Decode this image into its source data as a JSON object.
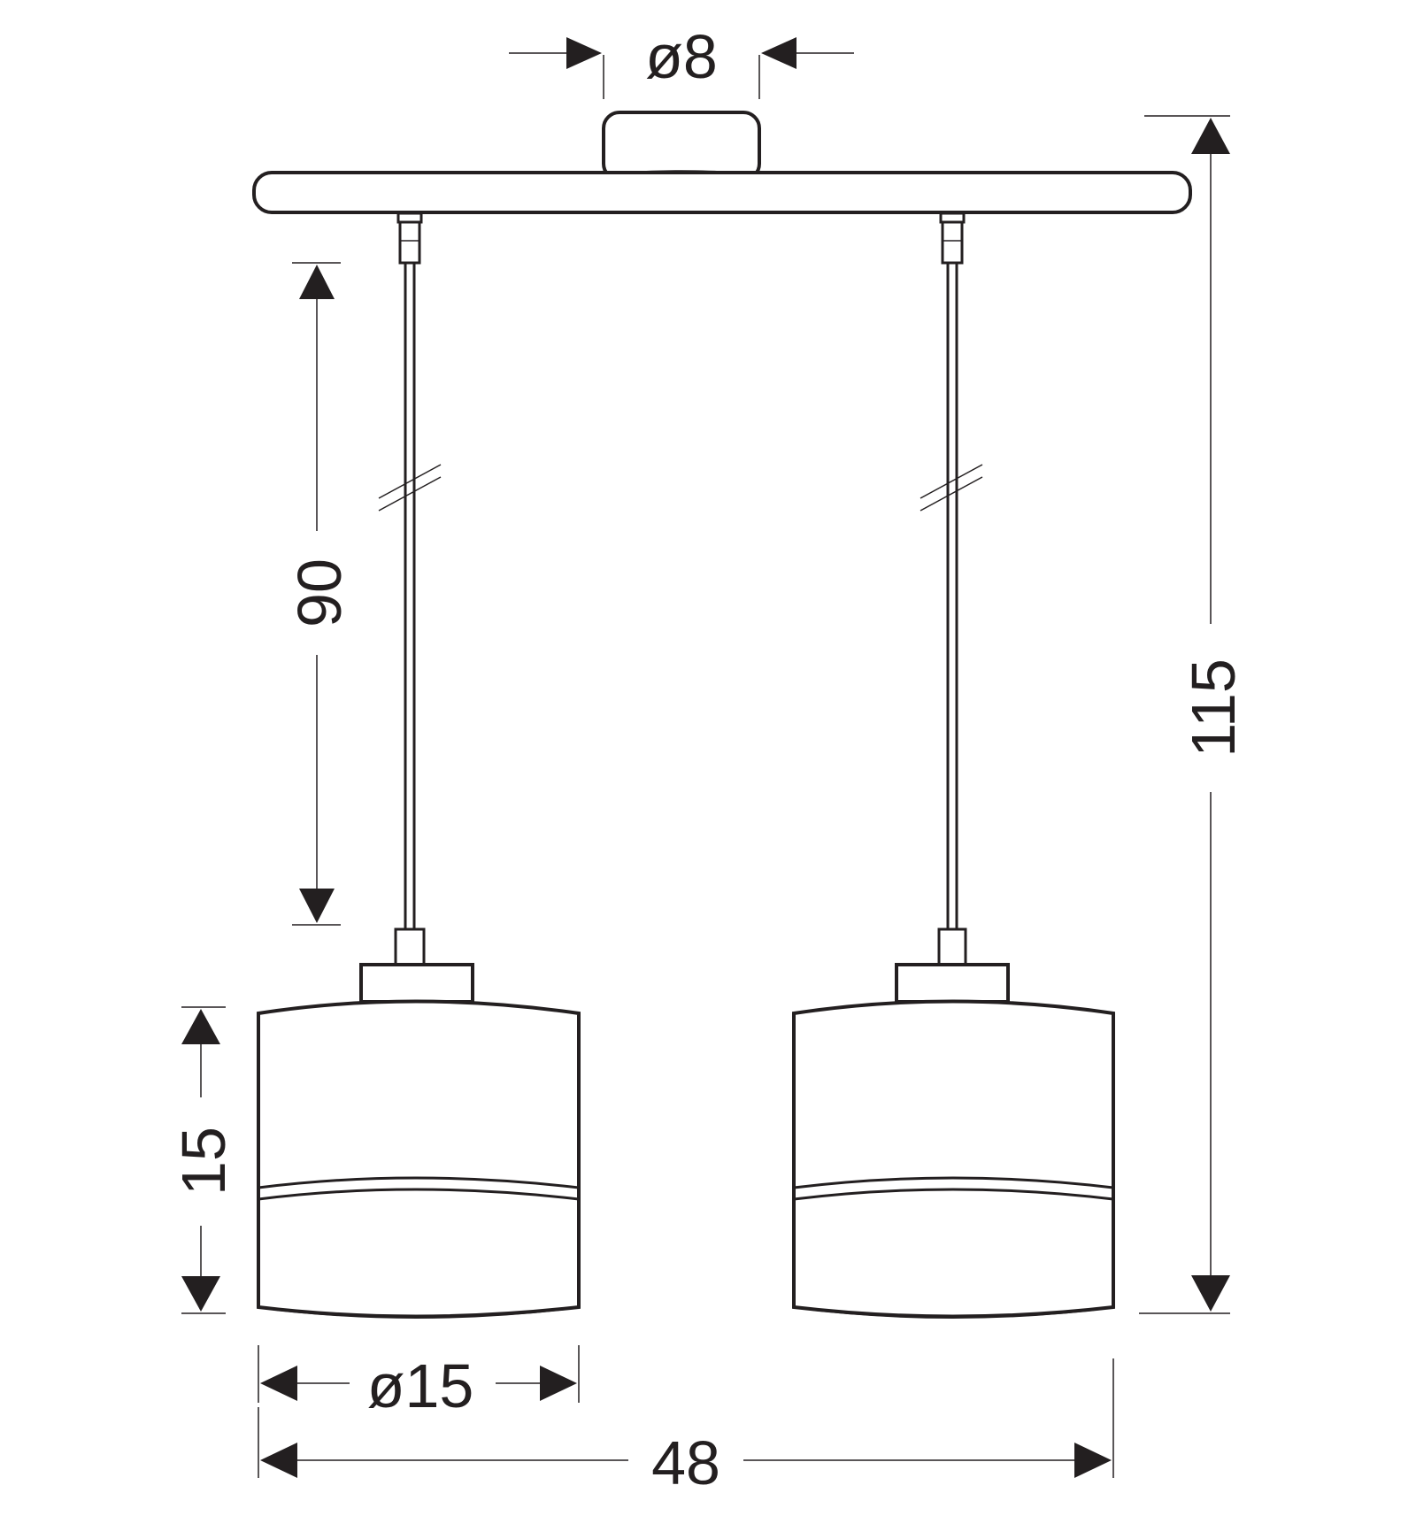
{
  "dimensions": {
    "canopy_diameter": "ø8",
    "cable_length": "90",
    "total_height": "115",
    "shade_height": "15",
    "shade_diameter": "ø15",
    "total_width": "48"
  },
  "colors": {
    "line": "#231f20",
    "background": "#ffffff"
  }
}
